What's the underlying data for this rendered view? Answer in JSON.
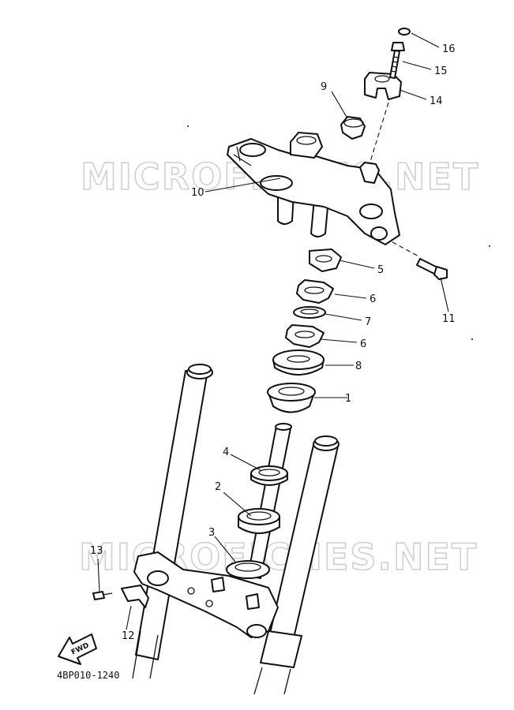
{
  "diagram": {
    "callouts": [
      "1",
      "2",
      "3",
      "4",
      "5",
      "6",
      "6",
      "7",
      "8",
      "9",
      "10",
      "11",
      "12",
      "13",
      "14",
      "15",
      "16"
    ],
    "watermark_top": "MICROFICHES.NET",
    "watermark_bottom": "MICROFICHES.NET",
    "fwd_label": "FWD",
    "figure_code": "4BP010-1240"
  }
}
